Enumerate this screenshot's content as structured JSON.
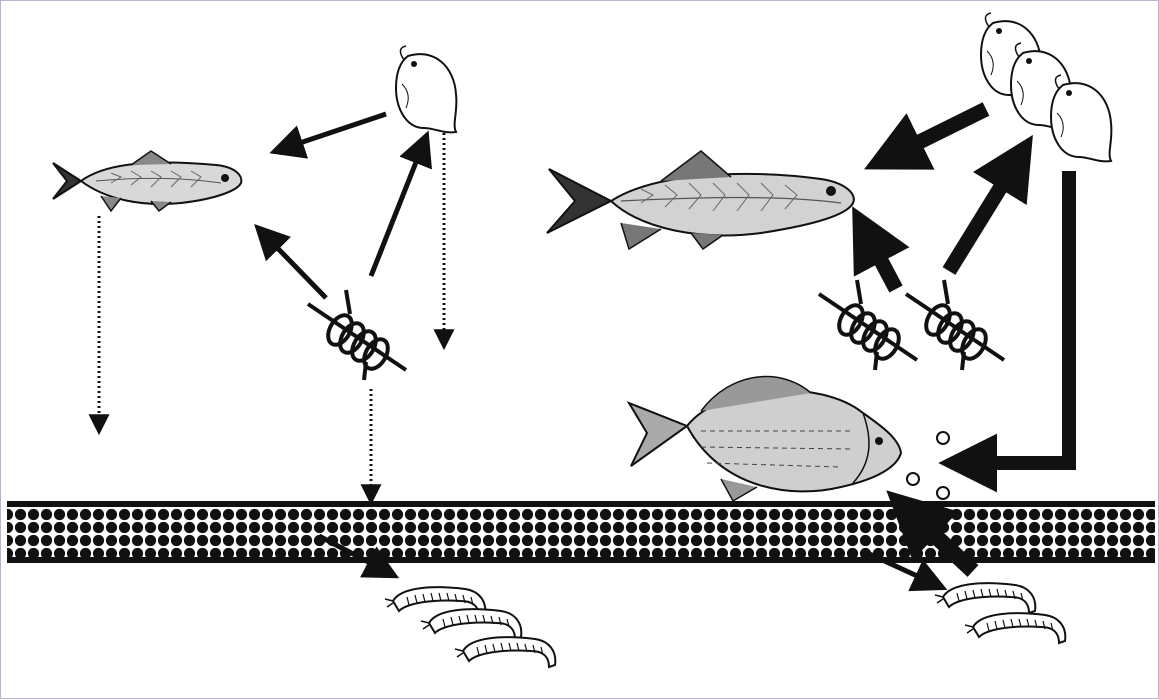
{
  "diagram": {
    "type": "aquatic-food-web",
    "colors": {
      "ink": "#111111",
      "background": "#ffffff",
      "frame": "#b7b2d6",
      "sediment_light": "#ffffff"
    },
    "panels": [
      {
        "side": "left",
        "organisms": [
          "small-fish",
          "zooplankton",
          "chironomid-larva",
          "benthic-larvae"
        ],
        "flows": [
          "zooplankton-to-fish",
          "larva-to-fish",
          "larva-to-zooplankton",
          "fish-sinking",
          "zooplankton-sinking",
          "larva-sinking",
          "sediment-to-benthos"
        ]
      },
      {
        "side": "right",
        "organisms": [
          "large-fish",
          "zooplankton-group",
          "chironomid-larvae",
          "carp",
          "air-bubbles",
          "benthic-larvae"
        ],
        "flows": [
          "zooplankton-to-fish",
          "larvae-to-fish",
          "larvae-to-zooplankton",
          "zooplankton-to-carp",
          "benthos-to-carp",
          "sediment-to-benthos"
        ]
      }
    ],
    "icons": [
      "fish-icon",
      "zooplankton-icon",
      "larva-icon",
      "carp-icon",
      "bubble-icon",
      "worm-icon",
      "sediment-layer"
    ]
  }
}
